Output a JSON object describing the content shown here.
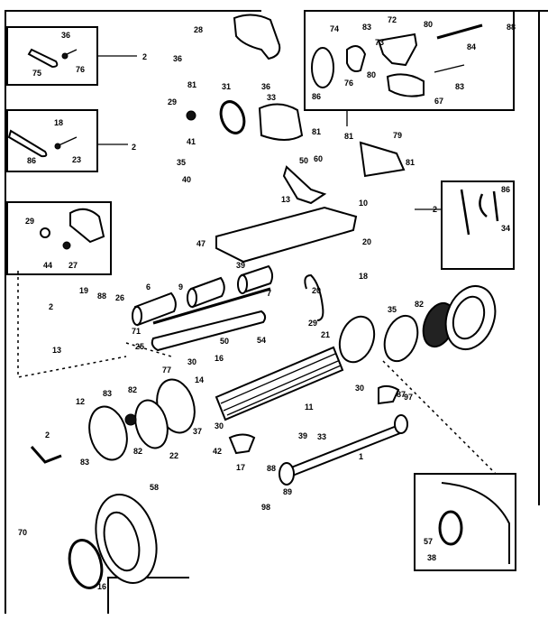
{
  "diagram": {
    "type": "exploded-parts-diagram",
    "callouts": [
      "28",
      "2",
      "36",
      "75",
      "76",
      "36",
      "18",
      "86",
      "23",
      "2",
      "29",
      "44",
      "27",
      "81",
      "29",
      "31",
      "36",
      "33",
      "81",
      "41",
      "35",
      "40",
      "50",
      "60",
      "13",
      "10",
      "74",
      "83",
      "72",
      "80",
      "73",
      "86",
      "76",
      "80",
      "67",
      "83",
      "84",
      "88",
      "81",
      "79",
      "81",
      "2",
      "86",
      "34",
      "47",
      "39",
      "20",
      "18",
      "6",
      "9",
      "7",
      "20",
      "29",
      "21",
      "2",
      "13",
      "19",
      "88",
      "26",
      "71",
      "25",
      "50",
      "77",
      "30",
      "14",
      "37",
      "30",
      "42",
      "17",
      "12",
      "83",
      "82",
      "82",
      "22",
      "2",
      "83",
      "11",
      "30",
      "87",
      "35",
      "82",
      "97",
      "33",
      "39",
      "1",
      "88",
      "89",
      "98",
      "58",
      "70",
      "16",
      "57",
      "38",
      "54",
      "16"
    ]
  }
}
